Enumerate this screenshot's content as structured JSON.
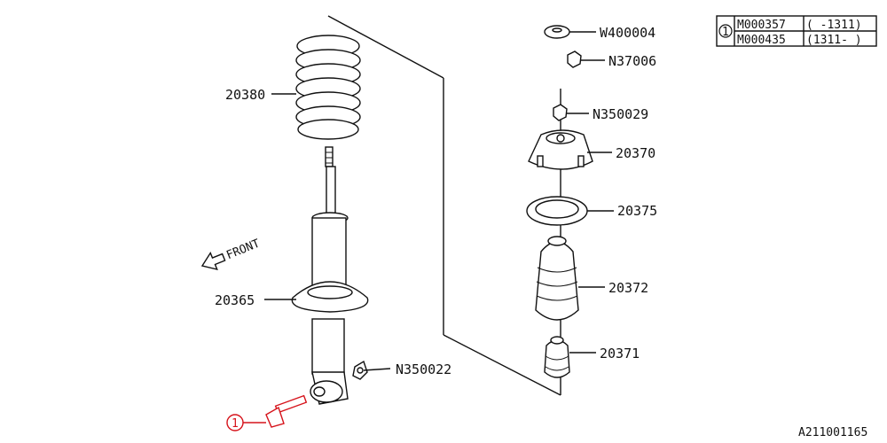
{
  "parts": {
    "spring": "20380",
    "strut": "20365",
    "nut_lower": "N350022",
    "washer_top": "W400004",
    "nut_top": "N37006",
    "nut_mount": "N350029",
    "mount": "20370",
    "seat": "20375",
    "boot": "20372",
    "bumper": "20371"
  },
  "callout": {
    "marker": "1",
    "rows": [
      {
        "part": "M000357",
        "range": "( -1311)"
      },
      {
        "part": "M000435",
        "range": "(1311- )"
      }
    ]
  },
  "front_label": "FRONT",
  "diagram_id": "A211001165",
  "colors": {
    "ink": "#111111",
    "highlight": "#d6131b"
  }
}
